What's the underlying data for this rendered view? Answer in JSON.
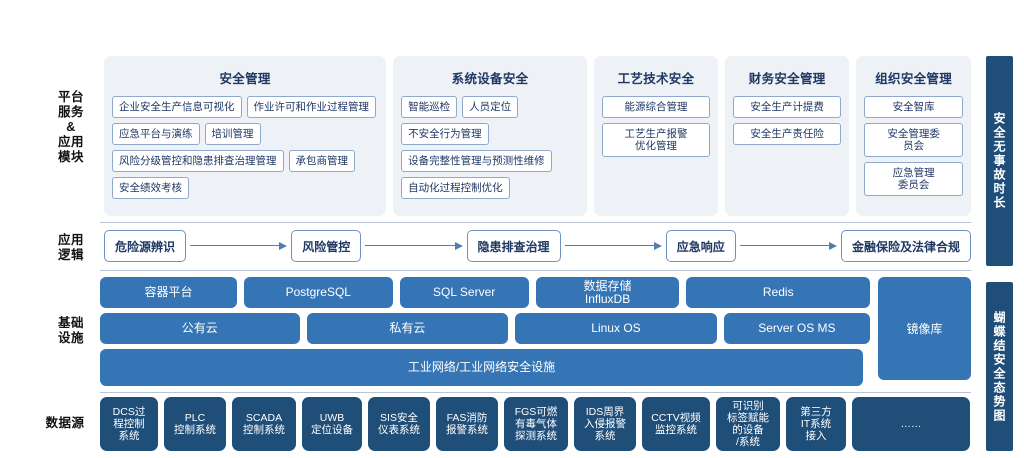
{
  "row_labels": {
    "platform": "平台\n服务\n&\n应用\n模块",
    "app_logic": "应用\n逻辑",
    "infrastructure": "基础\n设施",
    "data_source": "数据源"
  },
  "platform_layer": {
    "cards": [
      {
        "title": "安全管理",
        "items": [
          "企业安全生产信息可视化",
          "作业许可和作业过程管理",
          "应急平台与演练",
          "培训管理",
          "风险分级管控和隐患排查治理管理",
          "承包商管理",
          "安全绩效考核"
        ]
      },
      {
        "title": "系统设备安全",
        "items": [
          "智能巡检",
          "人员定位",
          "不安全行为管理",
          "设备完整性管理与预测性维修",
          "自动化过程控制优化"
        ]
      },
      {
        "title": "工艺技术安全",
        "items": [
          "能源综合管理",
          "工艺生产报警\n优化管理"
        ]
      },
      {
        "title": "财务安全管理",
        "items": [
          "安全生产计提费",
          "安全生产责任险"
        ]
      },
      {
        "title": "组织安全管理",
        "items": [
          "安全智库",
          "安全管理委\n员会",
          "应急管理\n委员会"
        ]
      }
    ]
  },
  "app_logic_layer": {
    "steps": [
      "危险源辨识",
      "风险管控",
      "隐患排查治理",
      "应急响应",
      "金融保险及法律合规"
    ]
  },
  "infrastructure_layer": {
    "rows": [
      [
        "容器平台",
        "PostgreSQL",
        "SQL Server",
        "数据存储\nInfluxDB",
        "Redis"
      ],
      [
        "公有云",
        "私有云",
        "Linux OS",
        "Server OS     MS"
      ],
      [
        "工业网络/工业网络安全设施"
      ]
    ],
    "mirror_label": "镜像库"
  },
  "data_source_layer": {
    "items": [
      "DCS过\n程控制\n系统",
      "PLC\n控制系统",
      "SCADA\n控制系统",
      "UWB\n定位设备",
      "SIS安全\n仪表系统",
      "FAS消防\n报警系统",
      "FGS可燃\n有毒气体\n探测系统",
      "IDS周界\n入侵报警\n系统",
      "CCTV视频\n监控系统",
      "可识别\n标签赋能\n的设备\n/系统",
      "第三方\nIT系统\n接入",
      "……"
    ]
  },
  "side_bars": {
    "top": "安全无事故时长",
    "bottom": "蝴蝶结安全态势图"
  },
  "colors": {
    "card_bg": "#eef1f5",
    "navy": "#1f3864",
    "infra_blue": "#3575b5",
    "data_navy": "#1f4e79",
    "chip_border": "#8ea9c9"
  }
}
